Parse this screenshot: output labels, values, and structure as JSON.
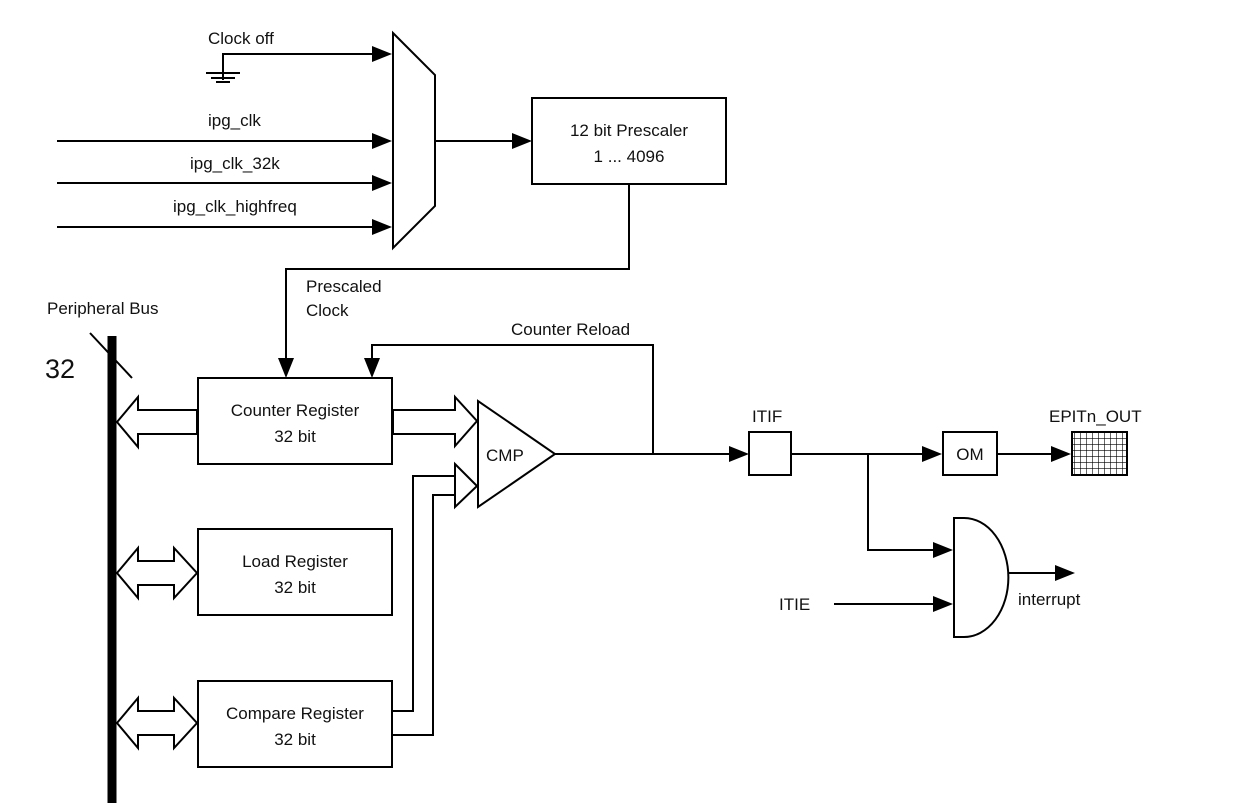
{
  "inputs": {
    "clock_off": "Clock off",
    "ipg_clk": "ipg_clk",
    "ipg_clk_32k": "ipg_clk_32k",
    "ipg_clk_highfreq": "ipg_clk_highfreq"
  },
  "prescaler": {
    "line1": "12 bit Prescaler",
    "line2": "1 ... 4096"
  },
  "prescaled_clock": {
    "line1": "Prescaled",
    "line2": "Clock"
  },
  "bus": {
    "label": "Peripheral Bus",
    "width": "32"
  },
  "counter_reload": "Counter Reload",
  "registers": {
    "counter": {
      "line1": "Counter Register",
      "line2": "32 bit"
    },
    "load": {
      "line1": "Load Register",
      "line2": "32 bit"
    },
    "compare": {
      "line1": "Compare Register",
      "line2": "32 bit"
    }
  },
  "cmp": "CMP",
  "itif": "ITIF",
  "om": "OM",
  "output": "EPITn_OUT",
  "itie": "ITIE",
  "interrupt": "interrupt"
}
